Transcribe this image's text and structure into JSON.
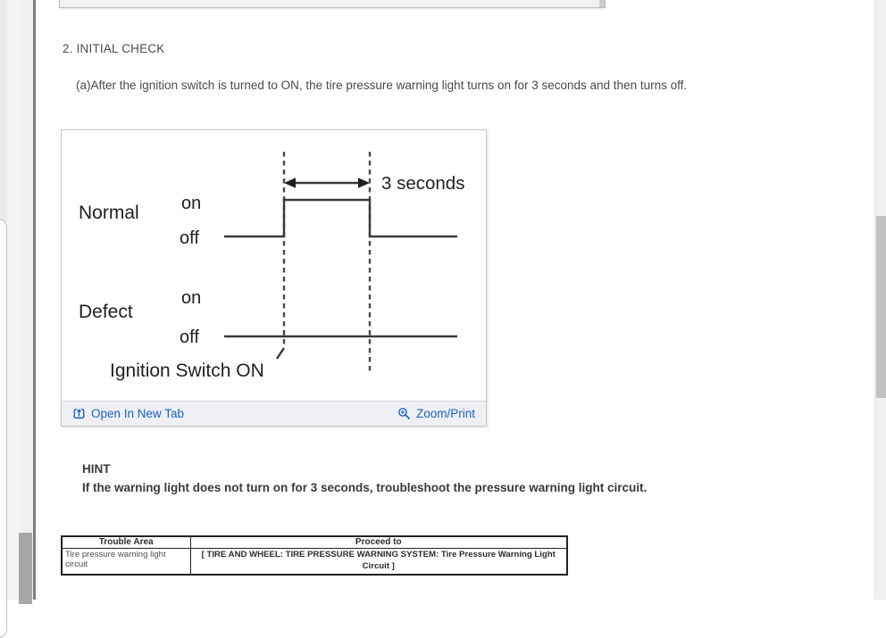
{
  "page": {
    "section_title": "2. INITIAL CHECK",
    "step_text": "(a)After the ignition switch is turned to ON, the tire pressure warning light turns on for 3 seconds and then turns off."
  },
  "figure": {
    "diagram": {
      "duration_label": "3 seconds",
      "normal_label": "Normal",
      "normal_on": "on",
      "normal_off": "off",
      "defect_label": "Defect",
      "defect_on": "on",
      "defect_off": "off",
      "ignition_label": "Ignition Switch ON"
    },
    "footer": {
      "open_in_new_tab": "Open In New Tab",
      "zoom_print": "Zoom/Print",
      "open_icon": "open-in-new-tab-icon",
      "zoom_icon": "magnifier-plus-icon"
    }
  },
  "hint": {
    "label": "HINT",
    "text": "If the warning light does not turn on for 3 seconds, troubleshoot the pressure warning light circuit."
  },
  "table": {
    "headers": [
      "Trouble Area",
      "Proceed to"
    ],
    "rows": [
      [
        "Tire pressure warning light circuit",
        "[ TIRE AND WHEEL: TIRE PRESSURE WARNING SYSTEM: Tire Pressure Warning Light Circuit ]"
      ]
    ]
  },
  "colors": {
    "link_blue": "#1d5fc2",
    "figure_footer_bg": "#eef0f4",
    "divider_gray": "#7f7f7f",
    "scrollbar_thumb": "#c2c2c2"
  }
}
